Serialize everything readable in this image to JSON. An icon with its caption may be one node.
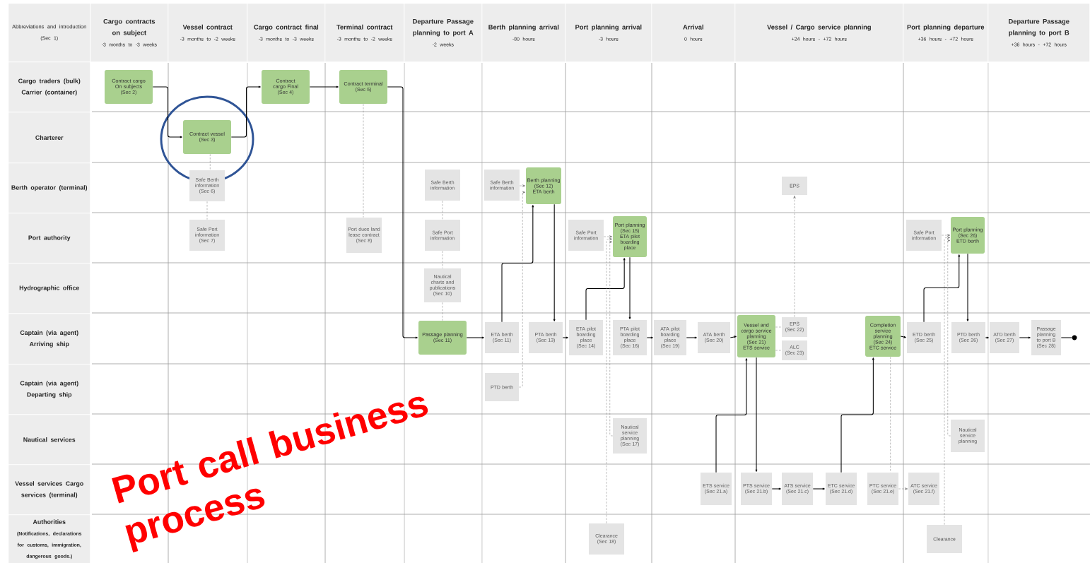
{
  "diagram": {
    "title": "Port call business process",
    "nodes": [
      {
        "text": [
          "Contract cargo On subjects",
          "(Sec 2)"
        ]
      },
      {
        "text": [
          "Contract vessel",
          "(Sec 3)"
        ]
      },
      {
        "text": [
          "Contract cargo Final",
          "(Sec 4)"
        ]
      },
      {
        "text": [
          "Contract terminal",
          "(Sec 5)"
        ]
      },
      {
        "text": [
          "Safe Berth information",
          "(Sec 6)"
        ]
      },
      {
        "text": [
          "Safe Port information",
          "(Sec 7)"
        ]
      },
      {
        "text": [
          "Port dues land lease contract",
          "(Sec 8)"
        ]
      },
      {
        "text": [
          "Safe Berth information"
        ]
      },
      {
        "text": [
          "Safe Port information"
        ]
      },
      {
        "text": [
          "Nautical charts and publications",
          "(Sec 10)"
        ]
      },
      {
        "text": [
          "Passage planning",
          "(Sec 11)"
        ]
      },
      {
        "text": [
          "Safe Berth information"
        ]
      },
      {
        "text": [
          "Berth planning",
          "(Sec 12)",
          "ETA berth"
        ]
      },
      {
        "text": [
          "ETA berth",
          "(Sec 11)"
        ]
      },
      {
        "text": [
          "PTA berth",
          "(Sec 13)"
        ]
      },
      {
        "text": [
          "PTD berth"
        ]
      },
      {
        "text": [
          "Safe Port information"
        ]
      },
      {
        "text": [
          "Port planning",
          "(Sec 15)",
          "ETA pilot boarding place"
        ]
      },
      {
        "text": [
          "ETA pilot boarding place",
          "(Sec 14)"
        ]
      },
      {
        "text": [
          "PTA pilot boarding place",
          "(Sec 16)"
        ]
      },
      {
        "text": [
          "ATA pilot boarding place",
          "(Sec 19)"
        ]
      },
      {
        "text": [
          "ATA berth",
          "(Sec 20)"
        ]
      },
      {
        "text": [
          "Vessel and cargo service planning",
          "(Sec 21)",
          "ETS service"
        ]
      },
      {
        "text": [
          "EPS"
        ]
      },
      {
        "text": [
          "EPS",
          "(Sec 22)"
        ]
      },
      {
        "text": [
          "ALC",
          "(Sec 23)"
        ]
      },
      {
        "text": [
          "Completion service planning",
          "(Sec 24)",
          "ETC service"
        ]
      },
      {
        "text": [
          "ETD berth",
          "(Sec 25)"
        ]
      },
      {
        "text": [
          "Safe Port information"
        ]
      },
      {
        "text": [
          "Port planning",
          "(Sec 26)",
          "ETD berth"
        ]
      },
      {
        "text": [
          "PTD berth",
          "(Sec 26)"
        ]
      },
      {
        "text": [
          "ATD berth",
          "(Sec 27)"
        ]
      },
      {
        "text": [
          "Passage planning to port B",
          "(Sec 28)"
        ]
      },
      {
        "text": [],
        "shape": "circle"
      },
      {
        "text": [
          "Nautical service planning",
          "(Sec 17)"
        ]
      },
      {
        "text": [
          "Nautical service planning"
        ]
      },
      {
        "text": [
          "ETS service",
          "(Sec 21.a)"
        ]
      },
      {
        "text": [
          "PTS service",
          "(Sec 21.b)"
        ]
      },
      {
        "text": [
          "ATS service",
          "(Sec 21.c)"
        ]
      },
      {
        "text": [
          "ETC service",
          "(Sec 21.d)"
        ]
      },
      {
        "text": [
          "PTC service",
          "(Sec 21.e)"
        ]
      },
      {
        "text": [
          "ATC service",
          "(Sec 21.f)"
        ]
      },
      {
        "text": [
          "Clearance",
          "(Sec 18)"
        ]
      },
      {
        "text": [
          "Clearance"
        ]
      }
    ],
    "edges": [
      {
        "from": 0,
        "to": 1,
        "arrow": "to"
      },
      {
        "from": 1,
        "to": 2,
        "arrow": "to"
      },
      {
        "from": 2,
        "to": 3,
        "arrow": "to"
      },
      {
        "from": 3,
        "to": 10,
        "arrow": "to"
      },
      {
        "from": 1,
        "to": 4,
        "arrow": "none",
        "style": "dashed",
        "color": "#808080"
      },
      {
        "from": 4,
        "to": 5,
        "arrow": "none",
        "style": "dashed",
        "color": "#808080"
      },
      {
        "from": 3,
        "to": 6,
        "arrow": "none",
        "style": "dashed",
        "color": "#808080"
      },
      {
        "from": 7,
        "to": 8,
        "arrow": "none",
        "style": "dashed",
        "color": "#808080"
      },
      {
        "from": 8,
        "to": 9,
        "arrow": "none",
        "style": "dashed",
        "color": "#808080"
      },
      {
        "from": 9,
        "to": 10,
        "arrow": "none",
        "style": "dashed",
        "color": "#808080"
      },
      {
        "from": 10,
        "to": 13,
        "arrow": "to"
      },
      {
        "from": 13,
        "to": 12,
        "arrow": "to"
      },
      {
        "from": 12,
        "to": 14,
        "arrow": "to"
      },
      {
        "from": 11,
        "to": 12,
        "arrow": "to",
        "style": "dashed",
        "color": "#808080"
      },
      {
        "from": 15,
        "to": 12,
        "arrow": "to",
        "style": "dashed",
        "color": "#808080"
      },
      {
        "from": 14,
        "to": 18,
        "arrow": "to"
      },
      {
        "from": 18,
        "to": 17,
        "arrow": "to"
      },
      {
        "from": 17,
        "to": 19,
        "arrow": "to"
      },
      {
        "from": 16,
        "to": 17,
        "arrow": "to",
        "style": "dashed",
        "color": "#808080"
      },
      {
        "from": 34,
        "to": 17,
        "arrow": "to",
        "style": "dashed",
        "color": "#808080"
      },
      {
        "from": 42,
        "to": 17,
        "arrow": "to",
        "style": "dashed",
        "color": "#808080"
      },
      {
        "from": 19,
        "to": 20,
        "arrow": "to"
      },
      {
        "from": 20,
        "to": 21,
        "arrow": "to"
      },
      {
        "from": 21,
        "to": 22,
        "arrow": "to"
      },
      {
        "from": 22,
        "to": 37,
        "arrow": "to"
      },
      {
        "from": 36,
        "to": 22,
        "arrow": "to"
      },
      {
        "from": 24,
        "to": 23,
        "arrow": "to",
        "style": "dashed",
        "color": "#808080"
      },
      {
        "from": 22,
        "to": 24,
        "arrow": "none",
        "style": "dashed",
        "color": "#808080"
      },
      {
        "from": 22,
        "to": 25,
        "arrow": "none",
        "style": "dashed",
        "color": "#808080"
      },
      {
        "from": 37,
        "to": 38,
        "arrow": "to"
      },
      {
        "from": 38,
        "to": 39,
        "arrow": "to"
      },
      {
        "from": 39,
        "to": 26,
        "arrow": "to"
      },
      {
        "from": 26,
        "to": 40,
        "arrow": "none",
        "style": "dashed",
        "color": "#808080"
      },
      {
        "from": 40,
        "to": 41,
        "arrow": "to",
        "style": "dashed",
        "color": "#808080"
      },
      {
        "from": 26,
        "to": 27,
        "arrow": "to"
      },
      {
        "from": 27,
        "to": 29,
        "arrow": "to"
      },
      {
        "from": 29,
        "to": 30,
        "arrow": "to"
      },
      {
        "from": 30,
        "to": 31,
        "arrow": "to"
      },
      {
        "from": 31,
        "to": 32,
        "arrow": "to"
      },
      {
        "from": 32,
        "to": 33,
        "arrow": "none"
      },
      {
        "from": 28,
        "to": 29,
        "arrow": "to",
        "style": "dashed",
        "color": "#808080"
      },
      {
        "from": 35,
        "to": 29,
        "arrow": "to",
        "style": "dashed",
        "color": "#808080"
      },
      {
        "from": 43,
        "to": 29,
        "arrow": "to",
        "style": "dashed",
        "color": "#808080"
      }
    ],
    "labels": [
      "Abbreviations and introduction",
      "(Sec 1)",
      "Cargo contracts on subject",
      "-3 months to -3 weeks",
      "Vessel contract",
      "-3 months to -2 weeks",
      "Cargo contract final",
      "-3 months to -3 weeks",
      "Terminal contract",
      "-3 months to -2 weeks",
      "Departure Passage planning to port A",
      "-2 weeks",
      "Berth planning arrival",
      "-80 hours",
      "Port planning arrival",
      "-3 hours",
      "Arrival",
      "0 hours",
      "Vessel / Cargo service planning",
      "+24 hours - +72 hours",
      "Port planning departure",
      "+36 hours - +72 hours",
      "Departure Passage planning to port B",
      "+36 hours - +72 hours",
      "Cargo traders (bulk) Carrier (container)",
      "Charterer",
      "Berth operator (terminal)",
      "Port authority",
      "Hydrographic office",
      "Captain (via agent) Arriving ship",
      "Captain (via agent) Departing ship",
      "Nautical services",
      "Vessel services Cargo services (terminal)",
      "Authorities",
      "(Notifications, declarations for customs, immigration, dangerous goods.)"
    ]
  }
}
